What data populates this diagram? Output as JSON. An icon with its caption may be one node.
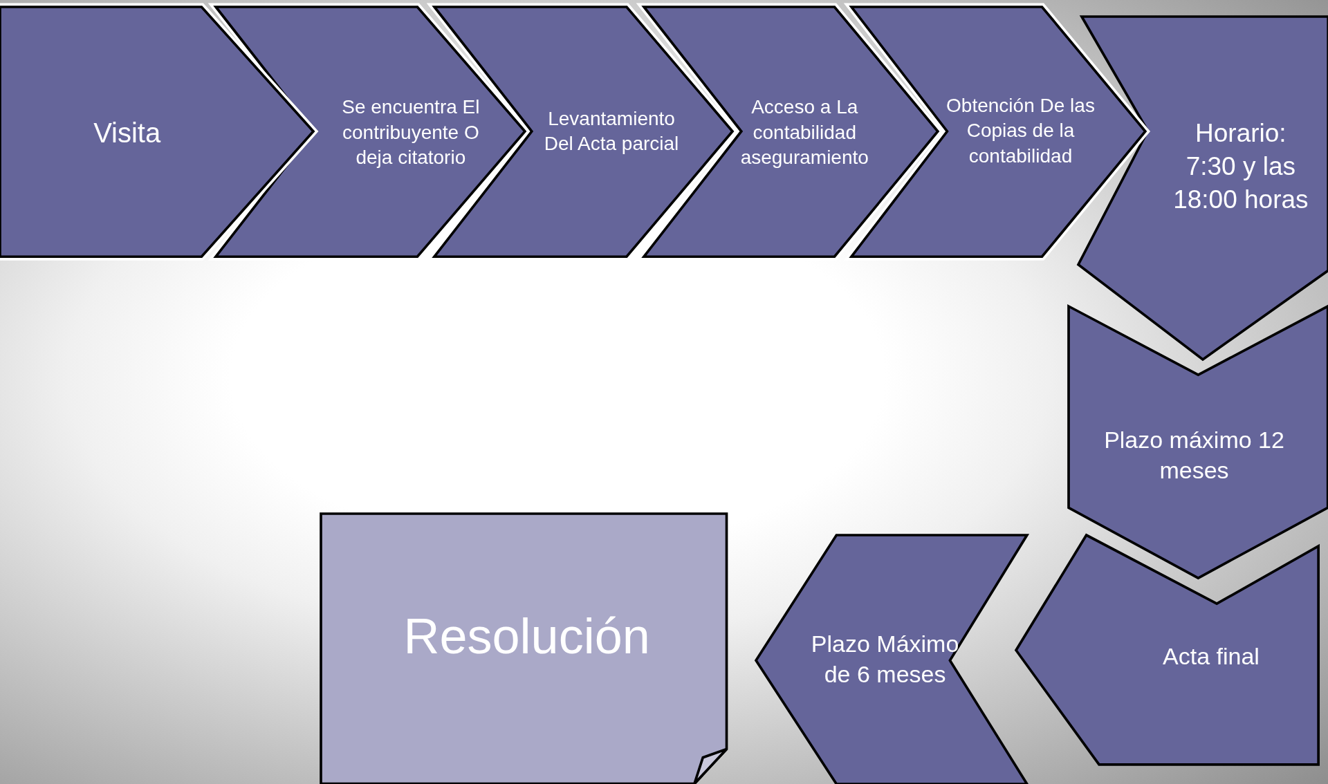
{
  "diagram": {
    "nodes": [
      {
        "text": [
          "Visita"
        ]
      },
      {
        "text": [
          "Se encuentra El contribuyente O deja citatorio"
        ]
      },
      {
        "text": [
          "Levantamiento Del Acta parcial"
        ]
      },
      {
        "text": [
          "Acceso a La contabilidad aseguramiento"
        ]
      },
      {
        "text": [
          "Obtención De las Copias de la contabilidad"
        ]
      },
      {
        "text": [
          "Horario: 7:30 y las 18:00 horas"
        ]
      },
      {
        "text": [
          "Plazo máximo 12 meses"
        ]
      },
      {
        "text": [
          "Acta final"
        ]
      },
      {
        "text": [
          "Plazo Máximo de 6 meses"
        ]
      },
      {
        "text": [
          "Resolución"
        ]
      }
    ]
  }
}
